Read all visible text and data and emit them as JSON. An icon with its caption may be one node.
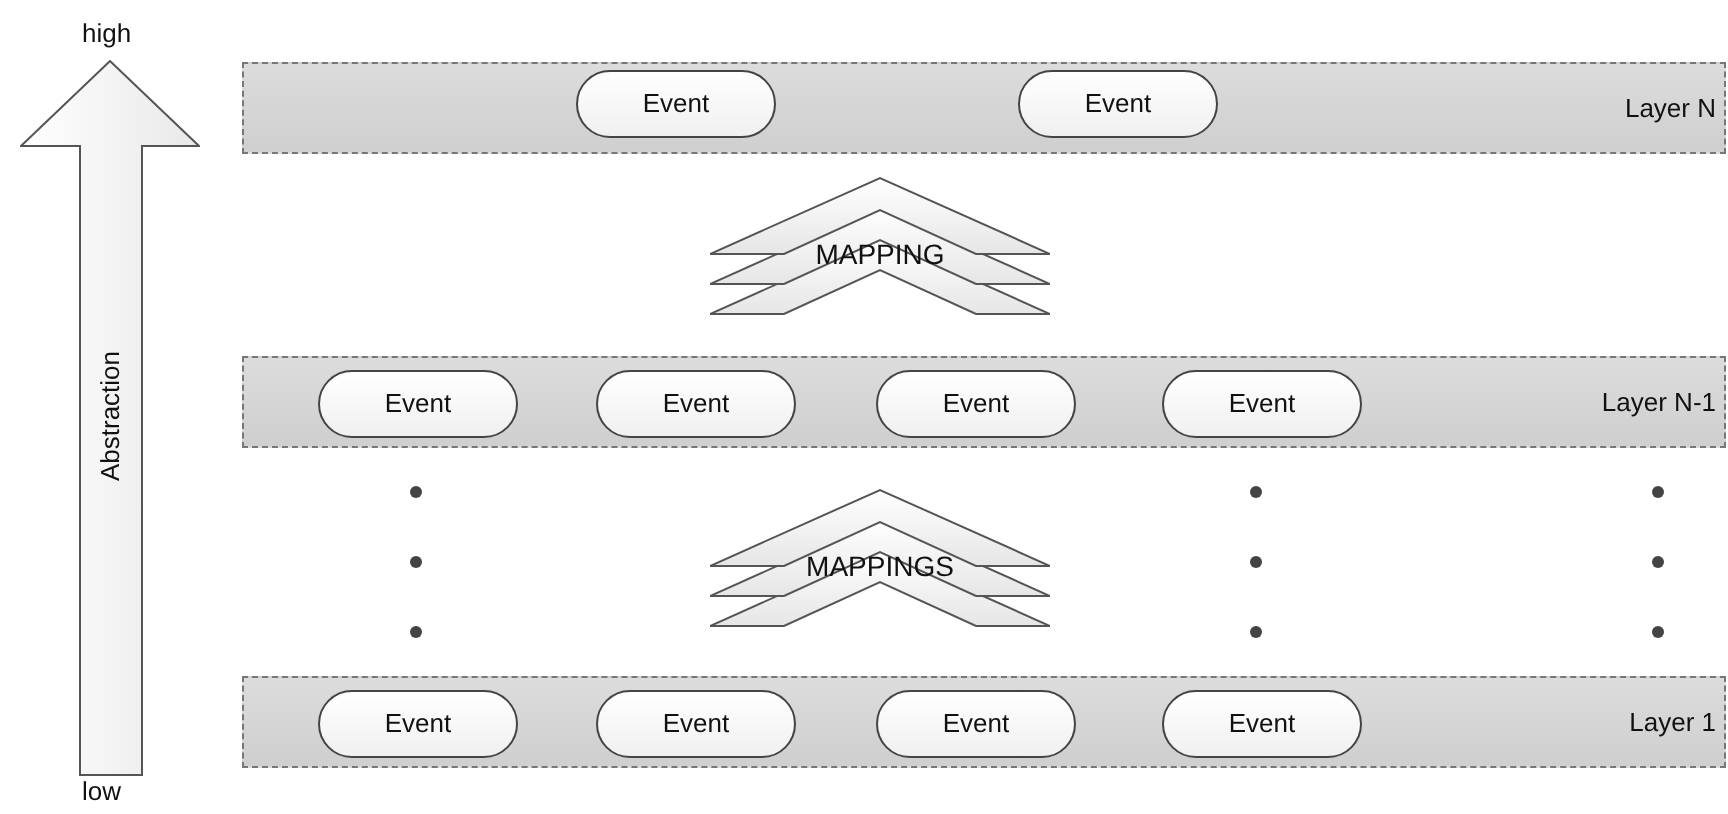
{
  "diagram": {
    "nodes": [
      {
        "text": [
          "Abstraction"
        ]
      },
      {
        "text": [
          "Layer N"
        ]
      },
      {
        "text": [
          "Event"
        ],
        "in": 1
      },
      {
        "text": [
          "Event"
        ],
        "in": 1
      },
      {
        "text": [
          "MAPPING"
        ]
      },
      {
        "text": [
          "Layer N-1"
        ]
      },
      {
        "text": [
          "Event"
        ],
        "in": 5
      },
      {
        "text": [
          "Event"
        ],
        "in": 5
      },
      {
        "text": [
          "Event"
        ],
        "in": 5
      },
      {
        "text": [
          "Event"
        ],
        "in": 5
      },
      {
        "text": [
          "MAPPINGS"
        ]
      },
      {
        "text": [
          "Layer 1"
        ]
      },
      {
        "text": [
          "Event"
        ],
        "in": 11
      },
      {
        "text": [
          "Event"
        ],
        "in": 11
      },
      {
        "text": [
          "Event"
        ],
        "in": 11
      },
      {
        "text": [
          "Event"
        ],
        "in": 11
      }
    ],
    "labels": [
      "high",
      "low"
    ]
  }
}
